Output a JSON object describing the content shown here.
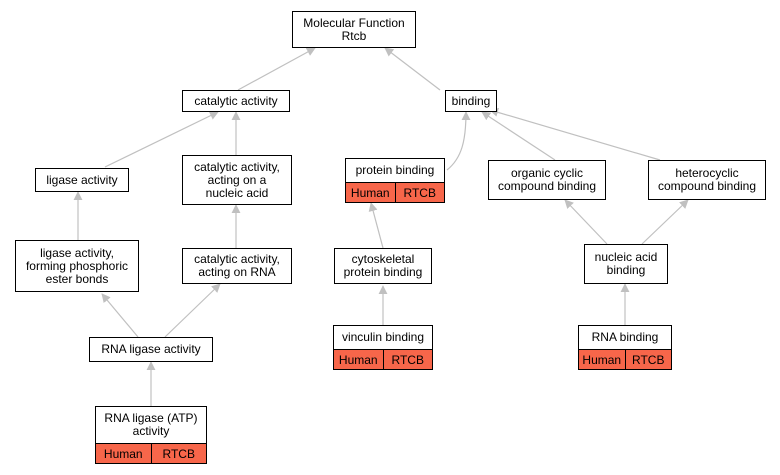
{
  "nodes": {
    "root": {
      "lines": [
        "Molecular Function",
        "Rtcb"
      ]
    },
    "catalytic": {
      "lines": [
        "catalytic activity"
      ]
    },
    "binding": {
      "lines": [
        "binding"
      ]
    },
    "ligase": {
      "lines": [
        "ligase activity"
      ]
    },
    "cat_nucleic": {
      "lines": [
        "catalytic activity,",
        "acting on a",
        "nucleic acid"
      ]
    },
    "protein_binding": {
      "lines": [
        "protein binding"
      ],
      "tags": [
        "Human",
        "RTCB"
      ]
    },
    "organic_cyclic": {
      "lines": [
        "organic cyclic",
        "compound binding"
      ]
    },
    "heterocyclic": {
      "lines": [
        "heterocyclic",
        "compound binding"
      ]
    },
    "ligase_phos": {
      "lines": [
        "ligase activity,",
        "forming phosphoric",
        "ester bonds"
      ]
    },
    "cat_rna": {
      "lines": [
        "catalytic activity,",
        "acting on RNA"
      ]
    },
    "cytoskeletal": {
      "lines": [
        "cytoskeletal",
        "protein binding"
      ]
    },
    "nucleic_binding": {
      "lines": [
        "nucleic acid",
        "binding"
      ]
    },
    "rna_ligase": {
      "lines": [
        "RNA ligase activity"
      ]
    },
    "vinculin": {
      "lines": [
        "vinculin binding"
      ],
      "tags": [
        "Human",
        "RTCB"
      ]
    },
    "rna_binding": {
      "lines": [
        "RNA binding"
      ],
      "tags": [
        "Human",
        "RTCB"
      ]
    },
    "rna_ligase_atp": {
      "lines": [
        "RNA ligase (ATP)",
        "activity"
      ],
      "tags": [
        "Human",
        "RTCB"
      ]
    }
  },
  "colors": {
    "edge": "#c0c0c0",
    "tag_fill": "#f7664a",
    "node_border": "#000000"
  }
}
